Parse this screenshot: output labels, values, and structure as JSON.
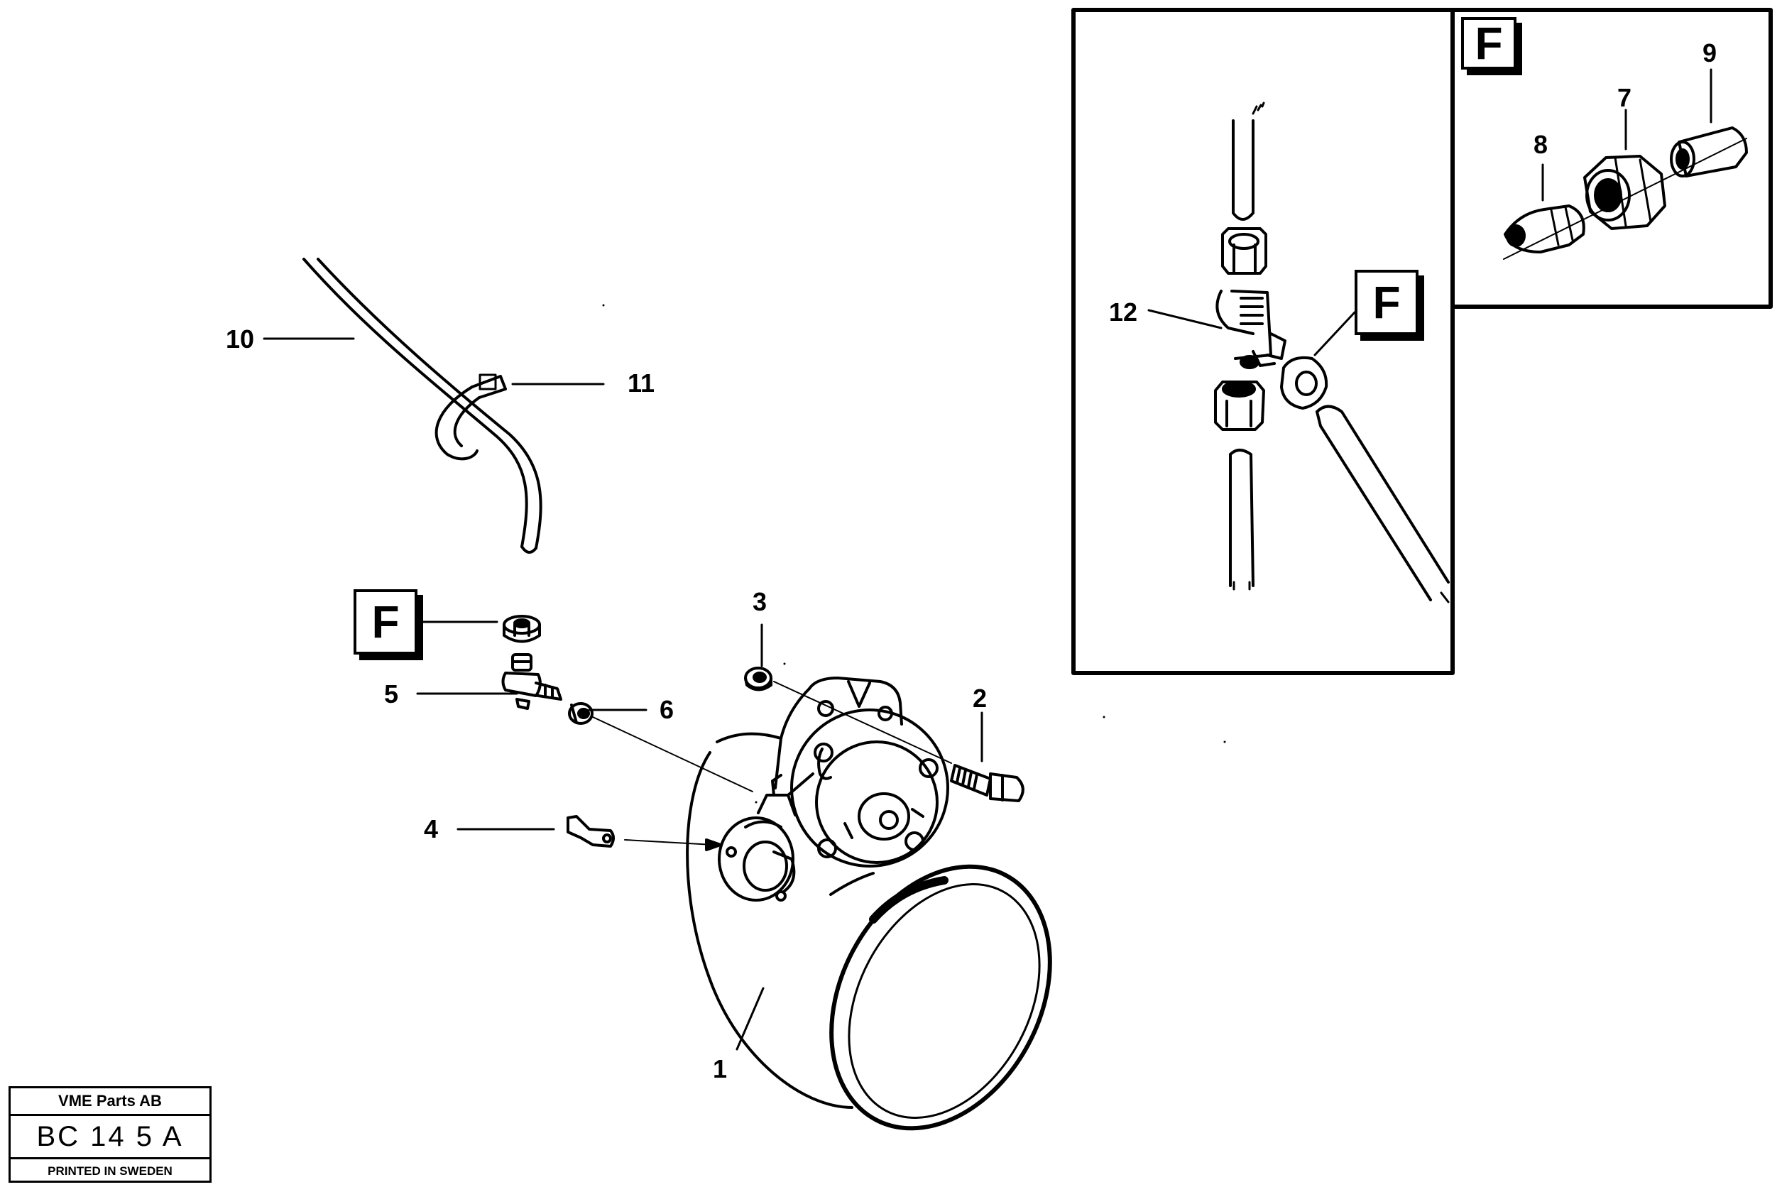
{
  "diagram": {
    "callouts": [
      "1",
      "2",
      "3",
      "4",
      "5",
      "6",
      "7",
      "8",
      "9",
      "10",
      "11",
      "12"
    ],
    "detail_marker": "F",
    "title_block": {
      "company": "VME Parts AB",
      "drawing_code": "BC 14 5  A",
      "printed": "PRINTED IN SWEDEN"
    }
  }
}
